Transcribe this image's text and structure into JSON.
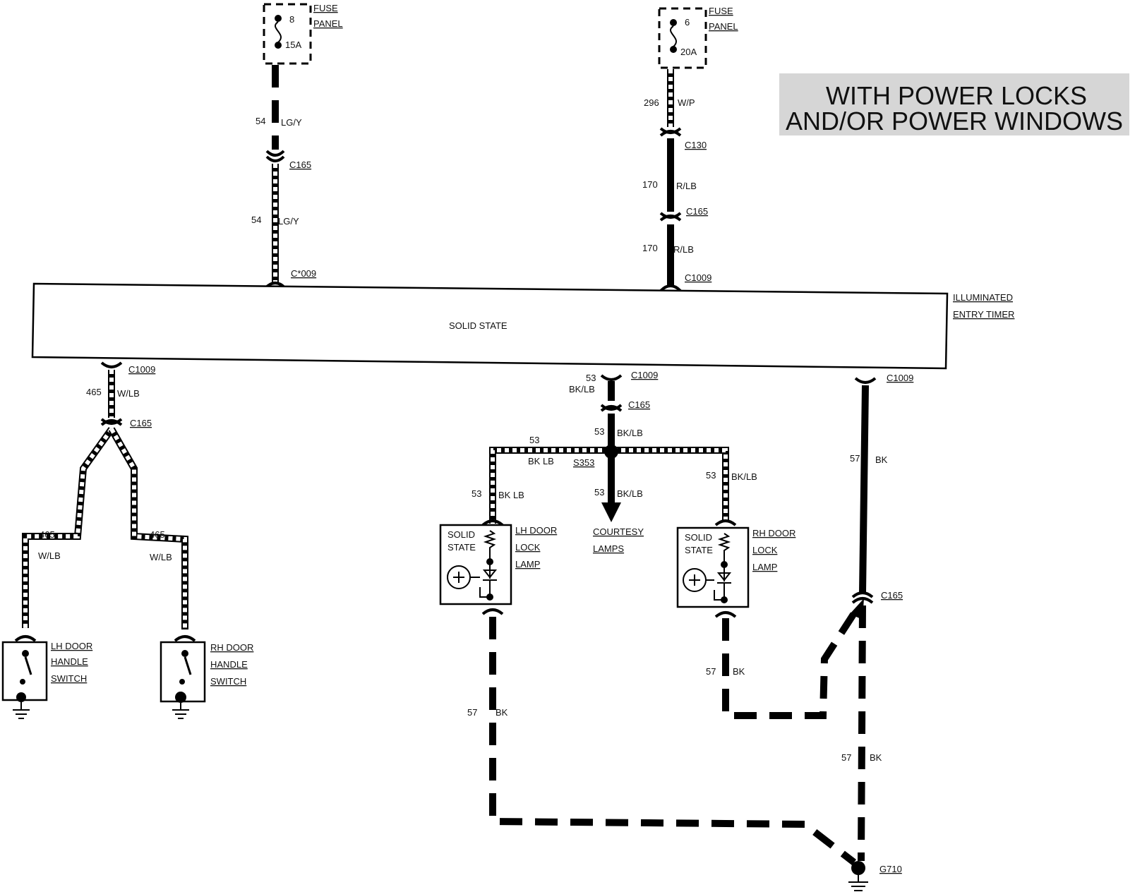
{
  "title": {
    "line1": "WITH POWER LOCKS",
    "line2": "AND/OR POWER WINDOWS"
  },
  "fuse_left": {
    "number": "8",
    "rating": "15A",
    "label1": "FUSE",
    "label2": "PANEL"
  },
  "fuse_right": {
    "number": "6",
    "rating": "20A",
    "label1": "FUSE",
    "label2": "PANEL"
  },
  "module": {
    "center_text": "SOLID STATE",
    "name1": "ILLUMINATED",
    "name2": "ENTRY TIMER"
  },
  "wires": {
    "w54a_num": "54",
    "w54a_color": "LG/Y",
    "w54b_num": "54",
    "w54b_color": "LG/Y",
    "w296_num": "296",
    "w296_color": "W/P",
    "w170a_num": "170",
    "w170a_color": "R/LB",
    "w170b_num": "170",
    "w170b_color": "R/LB",
    "w465a_num": "465",
    "w465a_color": "W/LB",
    "w465l_num": "465",
    "w465l_color": "W/LB",
    "w465r_num": "465",
    "w465r_color": "W/LB",
    "w53a_num": "53",
    "w53a_color": "BK/LB",
    "w53b_num": "53",
    "w53b_color": "BK/LB",
    "w53c_num": "53",
    "w53c_color": "BK LB",
    "w53d_num": "53",
    "w53d_color": "BK LB",
    "w53e_num": "53",
    "w53e_color": "BK/LB",
    "w53f_num": "53",
    "w53f_color": "BK/LB",
    "w57a_num": "57",
    "w57a_color": "BK",
    "w57b_num": "57",
    "w57b_color": "BK",
    "w57c_num": "57",
    "w57c_color": "BK",
    "w57d_num": "57",
    "w57d_color": "BK"
  },
  "connectors": {
    "c165_top_left": "C165",
    "c1009_top_left": "C*009",
    "c130": "C130",
    "c165_top_right": "C165",
    "c1009_top_right": "C1009",
    "c1009_bl": "C1009",
    "c165_bl": "C165",
    "c1009_bm": "C1009",
    "c165_bm": "C165",
    "c1009_br": "C1009",
    "c165_br": "C165",
    "splice": "S353",
    "ground": "G710"
  },
  "components": {
    "lh_switch": [
      "LH DOOR",
      "HANDLE",
      "SWITCH"
    ],
    "rh_switch": [
      "RH DOOR",
      "HANDLE",
      "SWITCH"
    ],
    "lh_lamp": [
      "LH DOOR",
      "LOCK",
      "LAMP"
    ],
    "rh_lamp": [
      "RH DOOR",
      "LOCK",
      "LAMP"
    ],
    "lh_lamp_inner": [
      "SOLID",
      "STATE"
    ],
    "rh_lamp_inner": [
      "SOLID",
      "STATE"
    ],
    "courtesy": [
      "COURTESY",
      "LAMPS"
    ]
  }
}
